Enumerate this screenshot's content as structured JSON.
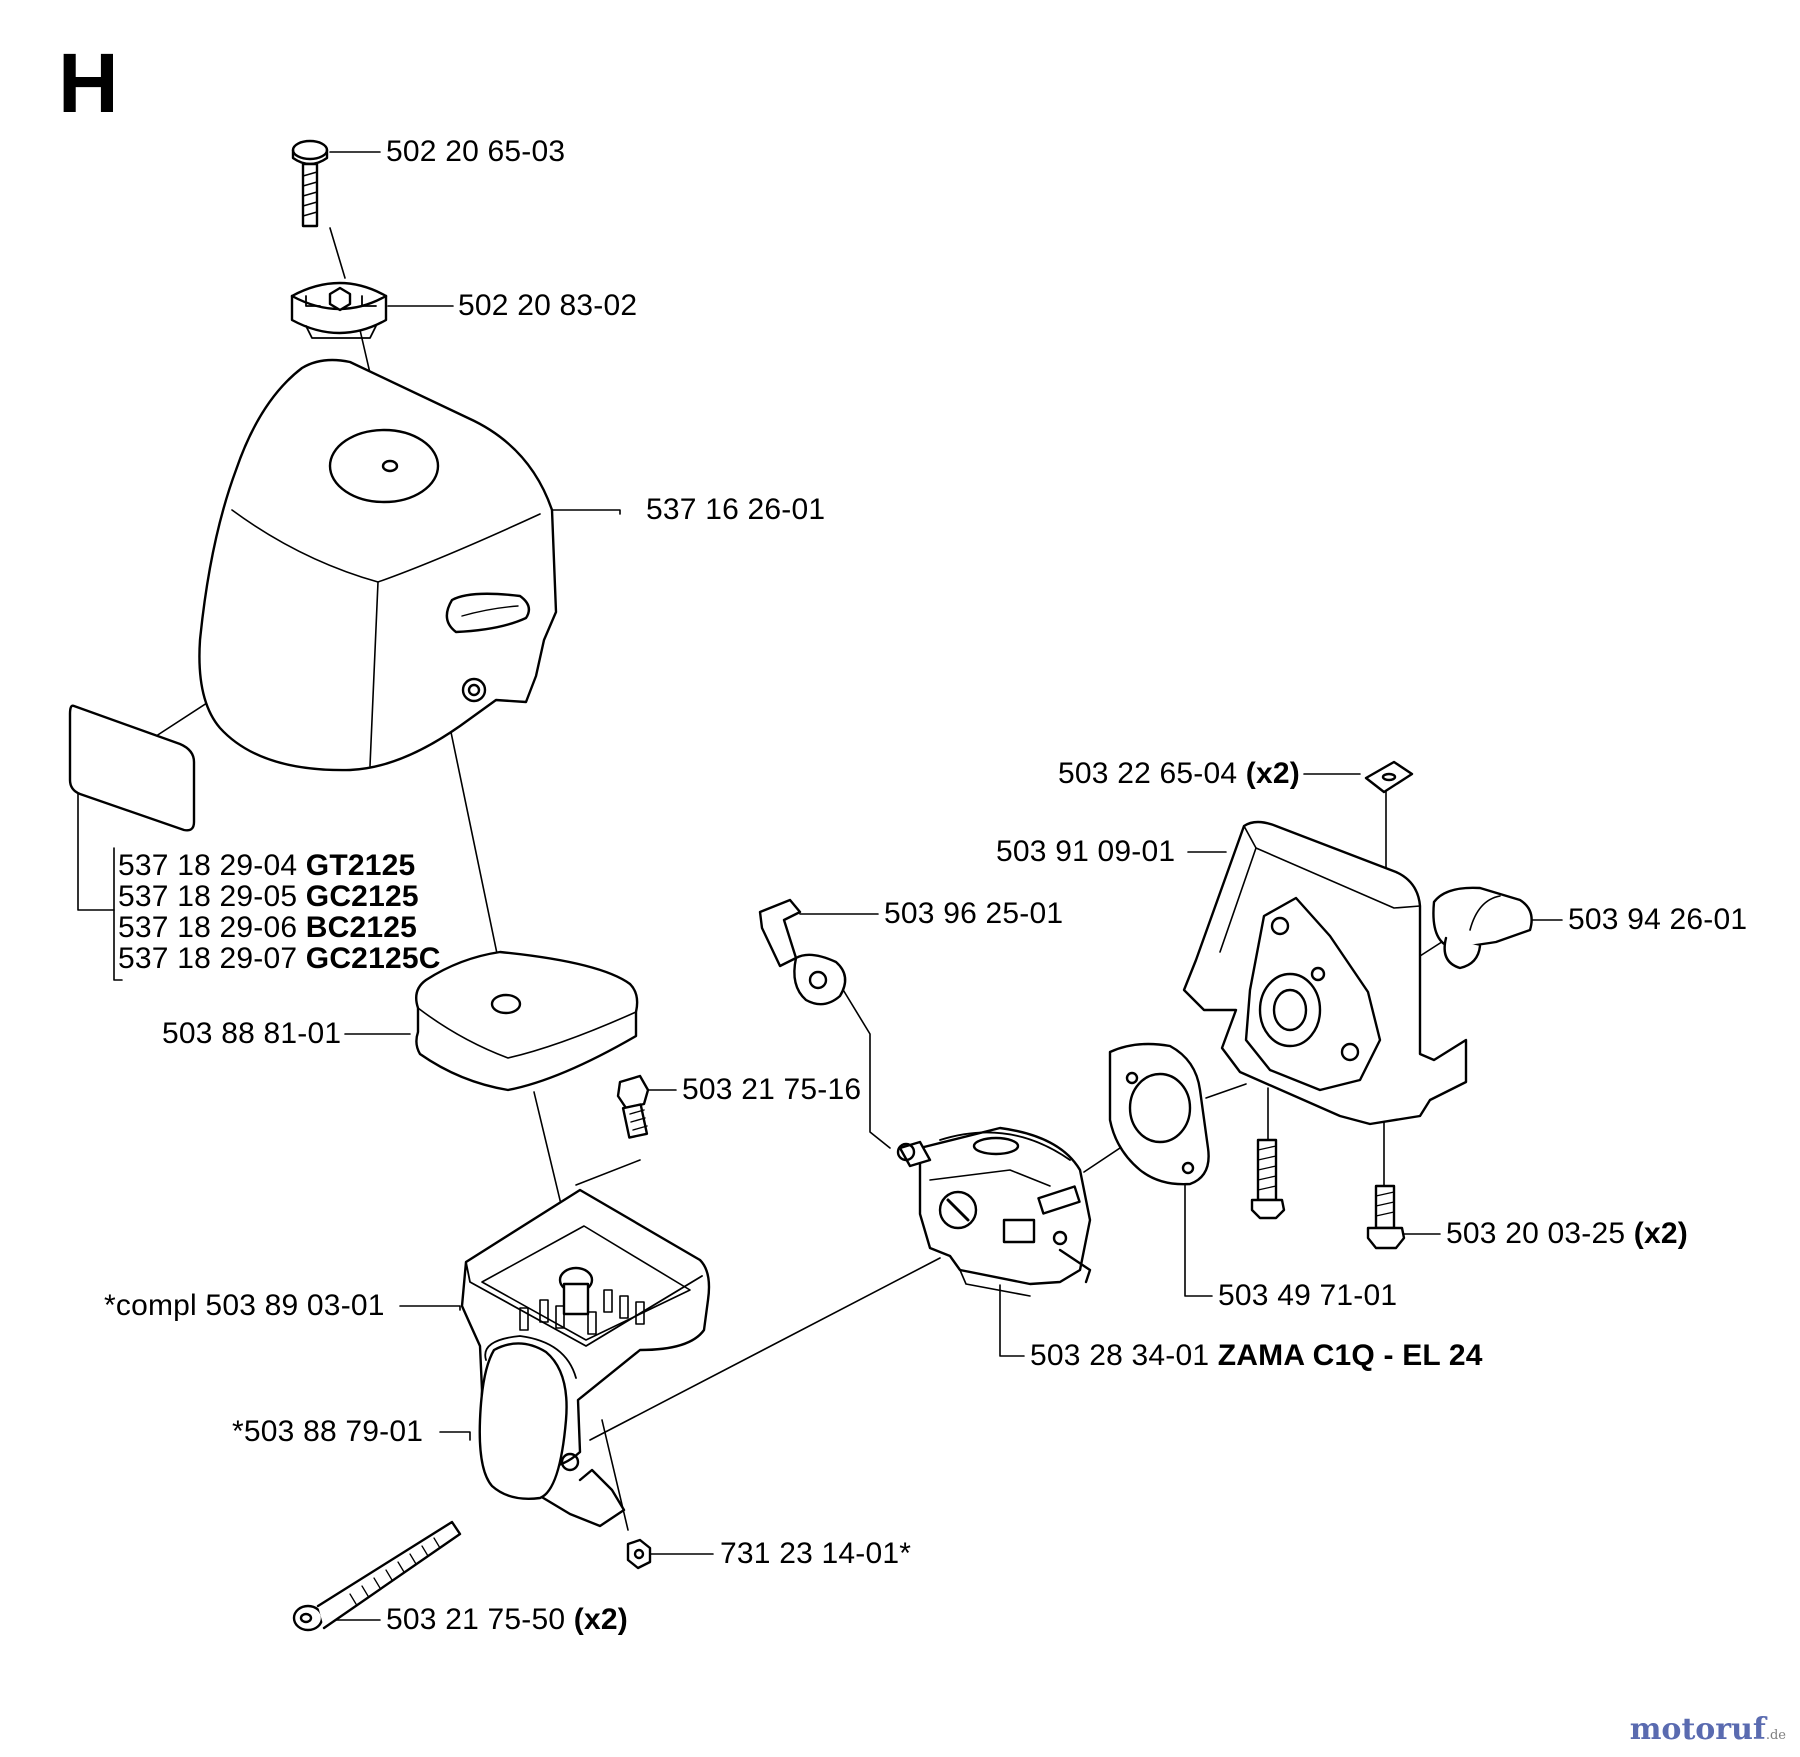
{
  "section": "H",
  "labels": [
    {
      "id": "bolt-top",
      "part": "502 20 65-03",
      "extra": ""
    },
    {
      "id": "grommet-top",
      "part": "502 20 83-02",
      "extra": ""
    },
    {
      "id": "cover",
      "part": "537 16 26-01",
      "extra": ""
    },
    {
      "id": "decal-1",
      "part": "537 18 29-04",
      "extra": "GT2125"
    },
    {
      "id": "decal-2",
      "part": "537 18 29-05",
      "extra": "GC2125"
    },
    {
      "id": "decal-3",
      "part": "537 18 29-06",
      "extra": "BC2125"
    },
    {
      "id": "decal-4",
      "part": "537 18 29-07",
      "extra": "GC2125C"
    },
    {
      "id": "filter",
      "part": "503 88 81-01",
      "extra": ""
    },
    {
      "id": "screw-small",
      "part": "503 21 75-16",
      "extra": ""
    },
    {
      "id": "housing",
      "part": "*compl 503 89 03-01",
      "extra": ""
    },
    {
      "id": "primer",
      "part": "*503 88 79-01",
      "extra": ""
    },
    {
      "id": "nut",
      "part": "731 23 14-01*",
      "extra": ""
    },
    {
      "id": "long-bolt",
      "part": "503 21 75-50",
      "extra": "(x2)"
    },
    {
      "id": "choke-lever",
      "part": "503 96 25-01",
      "extra": ""
    },
    {
      "id": "carburetor",
      "part": "503 28 34-01",
      "extra": "ZAMA C1Q - EL 24"
    },
    {
      "id": "gasket",
      "part": "503 49 71-01",
      "extra": ""
    },
    {
      "id": "nut-square",
      "part": "503 22 65-04",
      "extra": "(x2)"
    },
    {
      "id": "adapter",
      "part": "503 91 09-01",
      "extra": ""
    },
    {
      "id": "clip",
      "part": "503 94 26-01",
      "extra": ""
    },
    {
      "id": "screw-adapter",
      "part": "503 20 03-25",
      "extra": "(x2)"
    }
  ],
  "watermark": {
    "text": "motoruf",
    "suffix": ".de"
  }
}
